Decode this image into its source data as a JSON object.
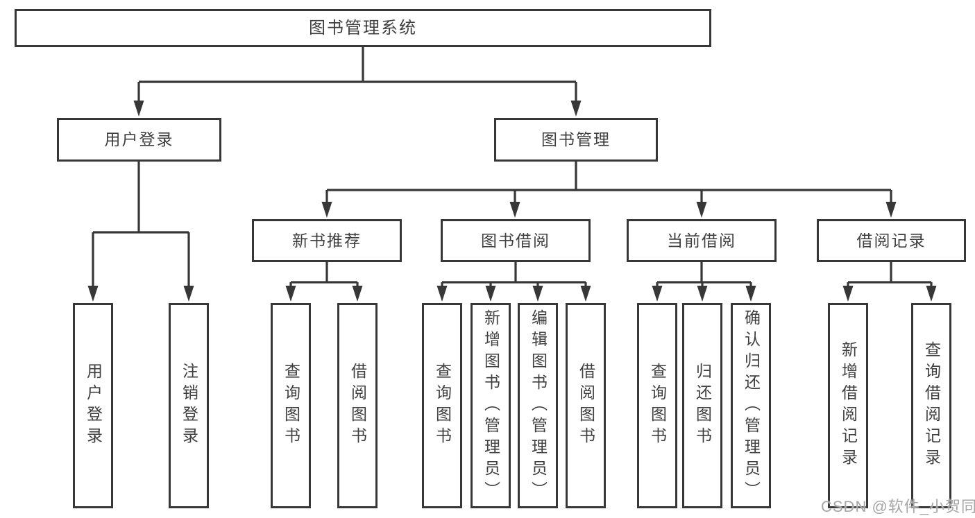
{
  "diagram": {
    "root": {
      "label": "图书管理系统"
    },
    "level2": [
      {
        "label": "用户登录",
        "leaves": [
          "用户登录",
          "注销登录"
        ]
      },
      {
        "label": "图书管理",
        "sections": [
          {
            "label": "新书推荐",
            "leaves": [
              "查询图书",
              "借阅图书"
            ]
          },
          {
            "label": "图书借阅",
            "leaves": [
              "查询图书",
              "新增图书（管理员）",
              "编辑图书（管理员）",
              "借阅图书"
            ]
          },
          {
            "label": "当前借阅",
            "leaves": [
              "查询图书",
              "归还图书",
              "确认归还（管理员）"
            ]
          },
          {
            "label": "借阅记录",
            "leaves": [
              "新增借阅记录",
              "查询借阅记录"
            ]
          }
        ]
      }
    ]
  },
  "watermark": "CSDN @软件_小贺同学",
  "colors": {
    "line": "#373737",
    "text": "#3f3f3f",
    "box-bg": "#ffffff",
    "page-bg": "#ffffff",
    "watermark": "#a6a6a6"
  }
}
